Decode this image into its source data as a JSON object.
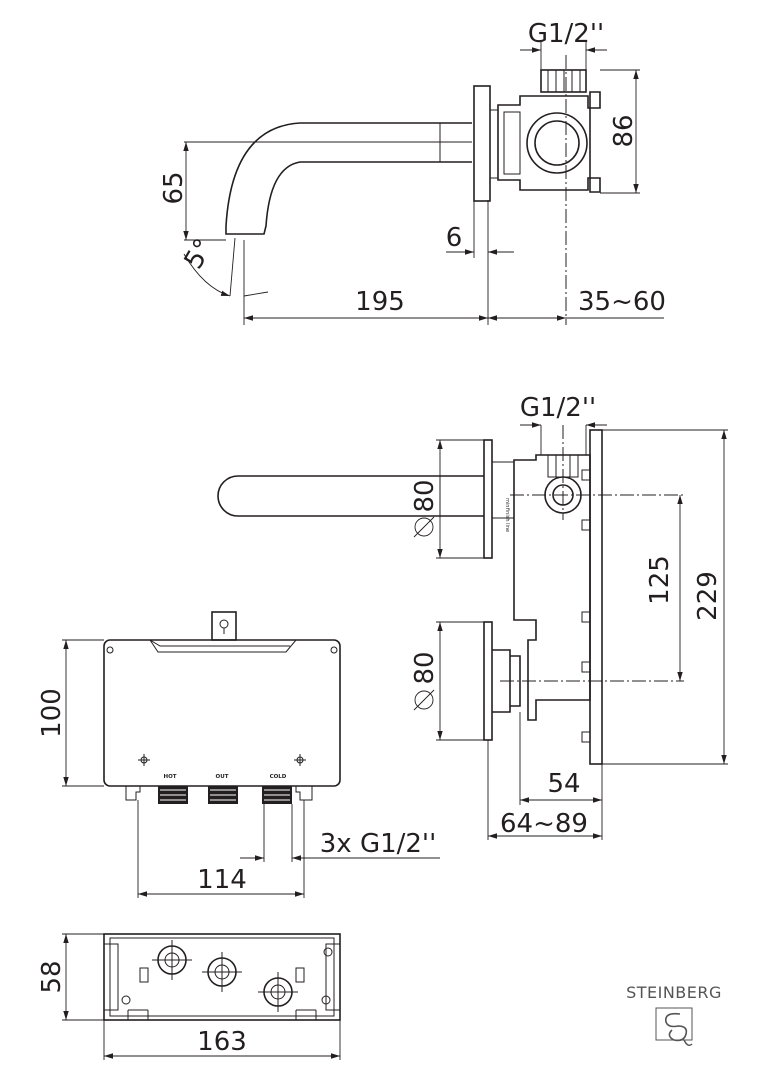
{
  "top_view": {
    "thread_label": "G1/2''",
    "height_depth": "86",
    "spout_height": "65",
    "plate_thickness": "6",
    "angle": "5°",
    "spout_length": "195",
    "wall_range": "35~60"
  },
  "front_view": {
    "thread_label": "G1/2''",
    "rosette_upper": "80",
    "rosette_lower": "80",
    "axis_spacing": "125",
    "total_height": "229",
    "box_depth": "54",
    "depth_range": "64~89",
    "min_label": "min",
    "finish_label": "finish line"
  },
  "box_front": {
    "height": "100",
    "label_hot": "HOT",
    "label_out": "OUT",
    "label_cold": "COLD",
    "connections": "3x G1/2''",
    "connection_spacing": "114"
  },
  "box_top": {
    "depth": "58",
    "width": "163"
  },
  "brand": {
    "name": "STEINBERG"
  }
}
